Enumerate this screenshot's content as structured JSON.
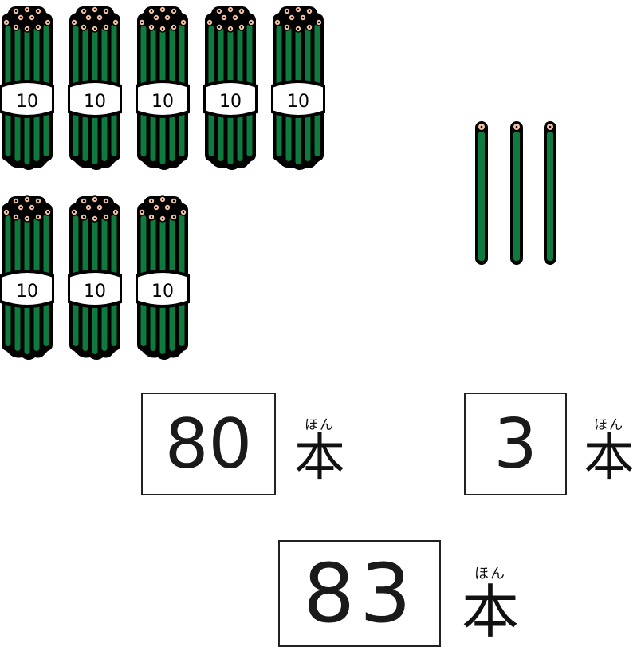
{
  "colors": {
    "pencil_green": "#0e7a3e",
    "outline": "#000000",
    "lead_tip": "#f3c1a3",
    "band": "#ffffff"
  },
  "bundles": {
    "count": 8,
    "pencils_per_bundle": 10,
    "label": "10",
    "items": [
      {
        "label": "10"
      },
      {
        "label": "10"
      },
      {
        "label": "10"
      },
      {
        "label": "10"
      },
      {
        "label": "10"
      },
      {
        "label": "10"
      },
      {
        "label": "10"
      },
      {
        "label": "10"
      }
    ]
  },
  "singles": {
    "count": 3
  },
  "boxes": {
    "tens": {
      "value": "80",
      "ruby": "ほん",
      "unit": "本"
    },
    "ones": {
      "value": "3",
      "ruby": "ほん",
      "unit": "本"
    },
    "total": {
      "value": "83",
      "ruby": "ほん",
      "unit": "本"
    }
  }
}
